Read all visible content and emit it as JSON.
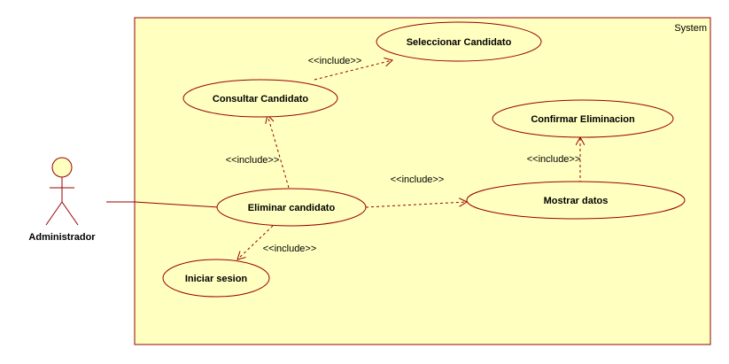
{
  "system": {
    "label": "System"
  },
  "actor": {
    "label": "Administrador"
  },
  "use_cases": {
    "seleccionar_candidato": "Seleccionar Candidato",
    "consultar_candidato": "Consultar Candidato",
    "confirmar_eliminacion": "Confirmar Eliminacion",
    "eliminar_candidato": "Eliminar candidato",
    "mostrar_datos": "Mostrar datos",
    "iniciar_sesion": "Iniciar sesion"
  },
  "relations": {
    "include_consultar_seleccionar": "<<include>>",
    "include_eliminar_consultar": "<<include>>",
    "include_eliminar_mostrar": "<<include>>",
    "include_mostrar_confirmar": "<<include>>",
    "include_eliminar_iniciar": "<<include>>"
  },
  "colors": {
    "fill": "#ffffc0",
    "stroke": "#990000",
    "text": "#000000"
  }
}
